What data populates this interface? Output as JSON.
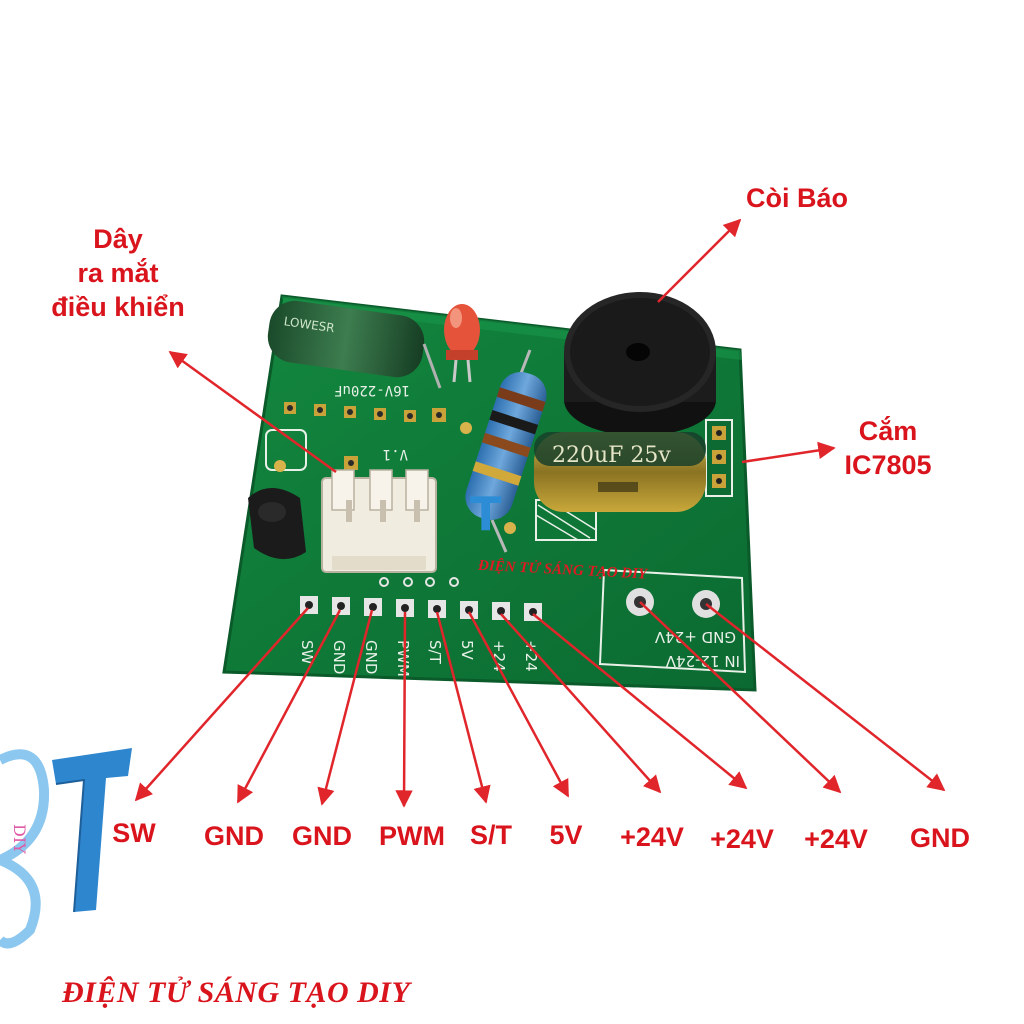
{
  "callouts": {
    "wire_to_panel": [
      "Dây",
      "ra mắt",
      "điều khiển"
    ],
    "buzzer": "Còi Báo",
    "regulator": [
      "Cắm",
      "IC7805"
    ]
  },
  "pin_labels": [
    "SW",
    "GND",
    "GND",
    "PWM",
    "S/T",
    "5V",
    "+24V",
    "+24V",
    "+24V",
    "GND"
  ],
  "board_text": {
    "brand": "ĐIỆN TỬ SÁNG TẠO DIY",
    "header_silk": [
      "SW",
      "GND",
      "GND",
      "PWM",
      "S/T",
      "5V",
      "+24",
      "+24"
    ],
    "power_silk": "GND +24V",
    "input_silk": "IN 12-24V",
    "cap_silk": "16V-220uF",
    "version": "V.1",
    "cap_large": "220uF 25v",
    "cap_small": "LOWESR"
  },
  "footer_brand": "ĐIỆN TỬ SÁNG TẠO DIY",
  "colors": {
    "label_red": "#d9141c",
    "pcb_green": "#0f7a3a",
    "arrow_red": "#e0252b"
  }
}
